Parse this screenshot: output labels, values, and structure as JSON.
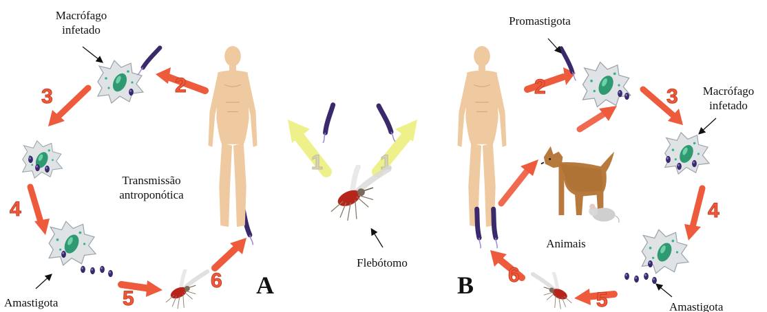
{
  "panel_a": {
    "letter": "A",
    "center_label_line1": "Transmissão",
    "center_label_line2": "antroponótica",
    "infected_macrophage_line1": "Macrófago",
    "infected_macrophage_line2": "infetado",
    "amastigote": "Amastigota",
    "steps": [
      "1",
      "2",
      "3",
      "4",
      "5",
      "6"
    ]
  },
  "center": {
    "vector": "Flebótomo"
  },
  "panel_b": {
    "letter": "B",
    "promastigote": "Promastigota",
    "infected_macrophage_line1": "Macrófago",
    "infected_macrophage_line2": "infetado",
    "amastigote": "Amastigota",
    "animals": "Animais",
    "steps": [
      "1",
      "2",
      "3",
      "4",
      "5",
      "6"
    ]
  },
  "colors": {
    "arrow_orange": "#ee5a3c",
    "arrow_yellow": "#eef08a",
    "macrophage_body": "#dfe3e6",
    "nucleus_green": "#2f9a72",
    "amastigote_purple": "#3a2a6b",
    "skin": "#efc9a0",
    "dog": "#b87a3c"
  }
}
